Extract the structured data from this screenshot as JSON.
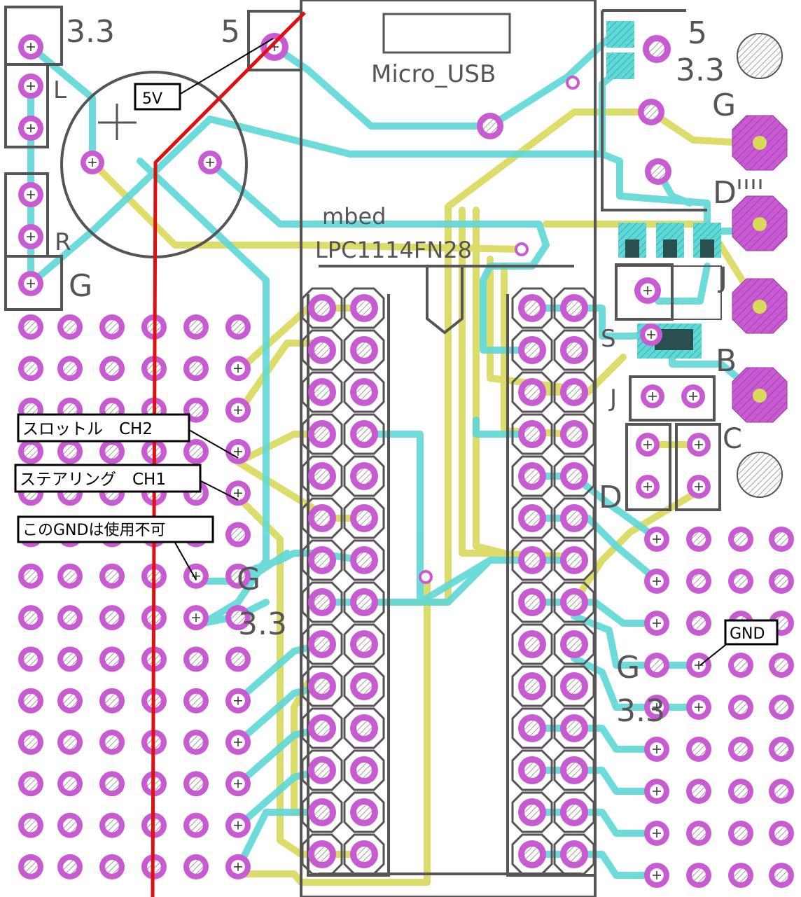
{
  "labels": {
    "left_33": "3.3",
    "top_5": "5",
    "left_L": "L",
    "left_R": "R",
    "left_G": "G",
    "right_5": "5",
    "right_33": "3.3",
    "right_G": "G",
    "right_D": "D",
    "right_J": "J",
    "right_S": "S",
    "right_B": "B",
    "right_J2": "J",
    "right_C": "C",
    "right_D2": "D",
    "mid_G": "G",
    "mid_33": "3.3",
    "lower_G": "G",
    "lower_33": "3.3",
    "micro_usb": "Micro_USB",
    "mbed": "mbed",
    "chip": "LPC1114FN28"
  },
  "callouts": {
    "five_v": "5V",
    "throttle": "スロットル　CH2",
    "steering": "ステアリング　CH1",
    "gnd_unusable": "このGNDは使用不可",
    "gnd": "GND"
  },
  "colors": {
    "pad": "#c85ad2",
    "pad_hole": "#ffffff",
    "trace_top": "#5fd8d8",
    "trace_bottom": "#d9d95a",
    "silk": "#555555",
    "red_line": "#e01010"
  }
}
